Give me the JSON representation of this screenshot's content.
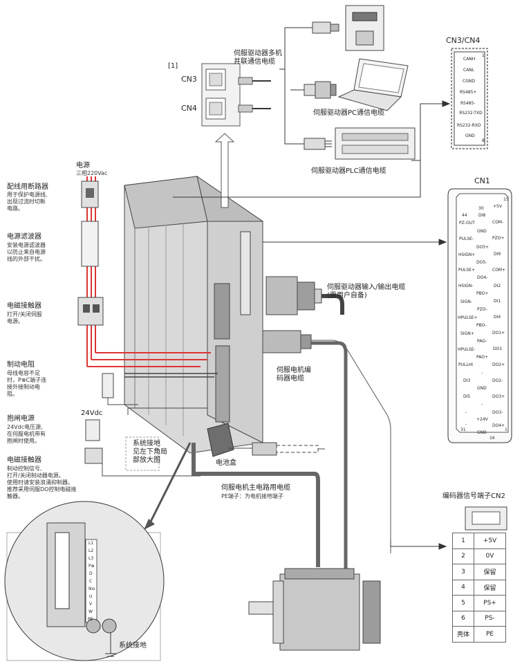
{
  "labels": {
    "note_ref": "[1]",
    "cn3": "CN3",
    "cn4": "CN4",
    "multi_cable": "伺服驱动器多机\n并联通信电缆",
    "pc_cable": "伺服驱动器PC通信电缆",
    "plc_cable": "伺服驱动器PLC通信电缆",
    "cn3cn4_title": "CN3/CN4",
    "cn1_title": "CN1",
    "power_title": "电源",
    "power_sub": "三相220Vac",
    "breaker_title": "配线用断路器",
    "breaker_desc": "用于保护电源线,\n出现过流时切断\n电路。",
    "filter_title": "电源滤波器",
    "filter_desc": "安装电源滤波器\n以防止来自电源\n线的外部干扰。",
    "contactor_title": "电磁接触器",
    "contactor_desc": "打开/关闭伺服\n电源。",
    "brake_res_title": "制动电阻",
    "brake_res_desc": "母线电容不足\n时，P⊕C端子连\n接外接制动电\n阻。",
    "brake_power_title": "抱闸电源",
    "brake_power_desc": "24Vdc电压源,\n在伺服电机带有\n抱闸时使用。",
    "v24": "24Vdc",
    "contactor2_title": "电磁接触器",
    "contactor2_desc": "制动控制信号,\n打开/关闭制动器电源。\n使用时请安装浪涌抑制器。\n推荐采用伺服DO控制电磁接\n触器。",
    "io_cable": "伺服驱动器输入/输出电缆\n(需用户自备)",
    "encoder_cable": "伺服电机编\n码器电缆",
    "ground_note": "系统接地\n见左下角局\n部放大图",
    "battery_box": "电池盒",
    "main_cable_title": "伺服电机主电路用电缆",
    "main_cable_desc": "PE端子：为电机接地端子",
    "cn2_title": "编码器信号端子CN2",
    "system_ground": "系统接地"
  },
  "cn3_pins": [
    "CANH",
    "CANL",
    "CGND",
    "RS485+",
    "RS485-",
    "RS232-TXD",
    "RS232-RXD",
    "GND"
  ],
  "cn3_pin_markers": [
    "1",
    "8"
  ],
  "cn1_right_pins": [
    "+5V",
    "COM-",
    "PZO+",
    "DI9",
    "COM+",
    "DI2",
    "DI1",
    "DI4",
    "DO1+",
    "DO1",
    "DO2+",
    "DO2-",
    "DO3+",
    "DO3-",
    "DO4+"
  ],
  "cn1_mid_pins": [
    "DI8",
    "GND",
    "DO5+",
    "DO5-",
    "DO4-",
    "PBO+",
    "PZO-",
    "PBO-",
    "PAO-",
    "PAO+",
    "-",
    "GND",
    "-",
    "+24V",
    "GND"
  ],
  "cn1_left_pins": [
    "PZ-OUT",
    "PULSE-",
    "HSIGN+",
    "PULSE+",
    "HSIGN-",
    "SIGN-",
    "HPULSE+",
    "SIGN+",
    "HPULSE-",
    "PULLHI",
    "DI3",
    "DI5",
    "-",
    "-"
  ],
  "cn1_markers": [
    "15",
    "30",
    "44",
    "31",
    "16",
    "1"
  ],
  "terminals": [
    "L1",
    "L2",
    "L3",
    "P⊕",
    "D",
    "C",
    "N⊖",
    "U",
    "V",
    "W",
    "PE"
  ],
  "cn2_rows": [
    {
      "no": "1",
      "sig": "+5V"
    },
    {
      "no": "2",
      "sig": "0V"
    },
    {
      "no": "3",
      "sig": "保留"
    },
    {
      "no": "4",
      "sig": "保留"
    },
    {
      "no": "5",
      "sig": "PS+"
    },
    {
      "no": "6",
      "sig": "PS-"
    },
    {
      "no": "壳体",
      "sig": "PE"
    }
  ]
}
